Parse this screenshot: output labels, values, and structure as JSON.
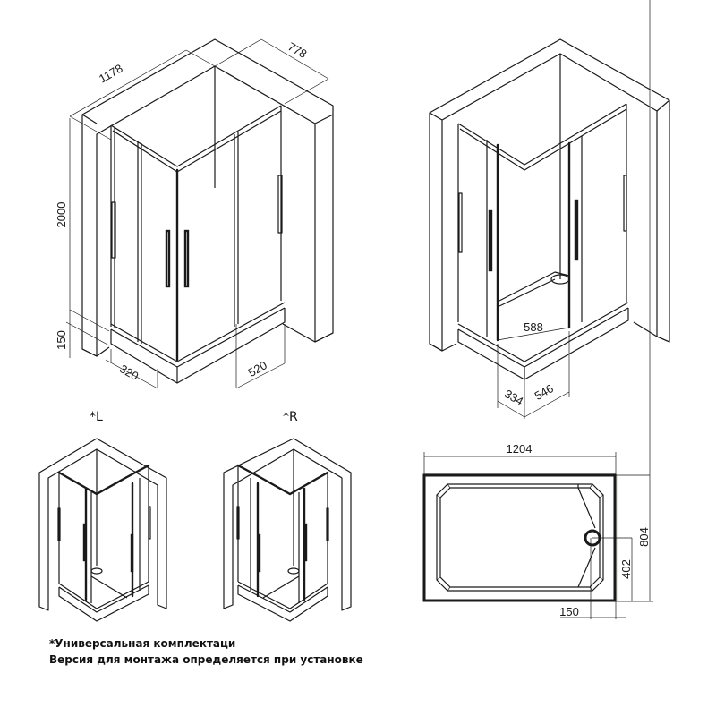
{
  "colors": {
    "line": "#1a1a1a",
    "background": "#ffffff",
    "accent_gray": "#c9c9c3"
  },
  "view_main": {
    "dims": {
      "width": "1178",
      "depth": "778",
      "height": "2000",
      "tray_height": "150",
      "opening_left": "320",
      "opening_right": "520"
    }
  },
  "view_open": {
    "dims": {
      "diagonal_entry": "588",
      "opening_left": "334",
      "opening_right": "546"
    }
  },
  "variants": {
    "left_label": "*L",
    "right_label": "*R"
  },
  "tray_plan": {
    "dims": {
      "width": "1204",
      "depth": "804",
      "drain_y": "402",
      "drain_x": "150"
    }
  },
  "notes": {
    "line1": "*Универсальная комплектаци",
    "line2": "Версия для монтажа определяется при установке"
  }
}
